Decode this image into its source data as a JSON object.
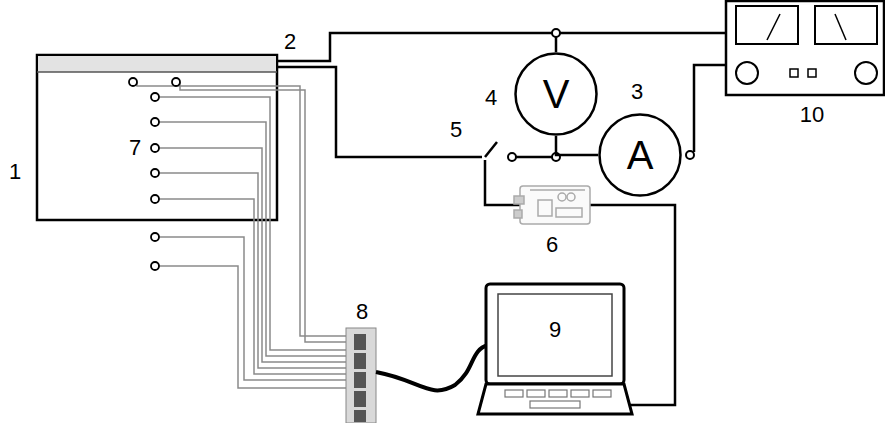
{
  "diagram": {
    "nodes": [
      {
        "text": [
          "V"
        ]
      },
      {
        "text": [
          "A"
        ]
      }
    ],
    "edges": [
      {
        "from": 0,
        "to": 1,
        "arrow": "none"
      }
    ],
    "labels": [
      "1",
      "2",
      "3",
      "4",
      "5",
      "6",
      "7",
      "8",
      "9",
      "10"
    ]
  }
}
